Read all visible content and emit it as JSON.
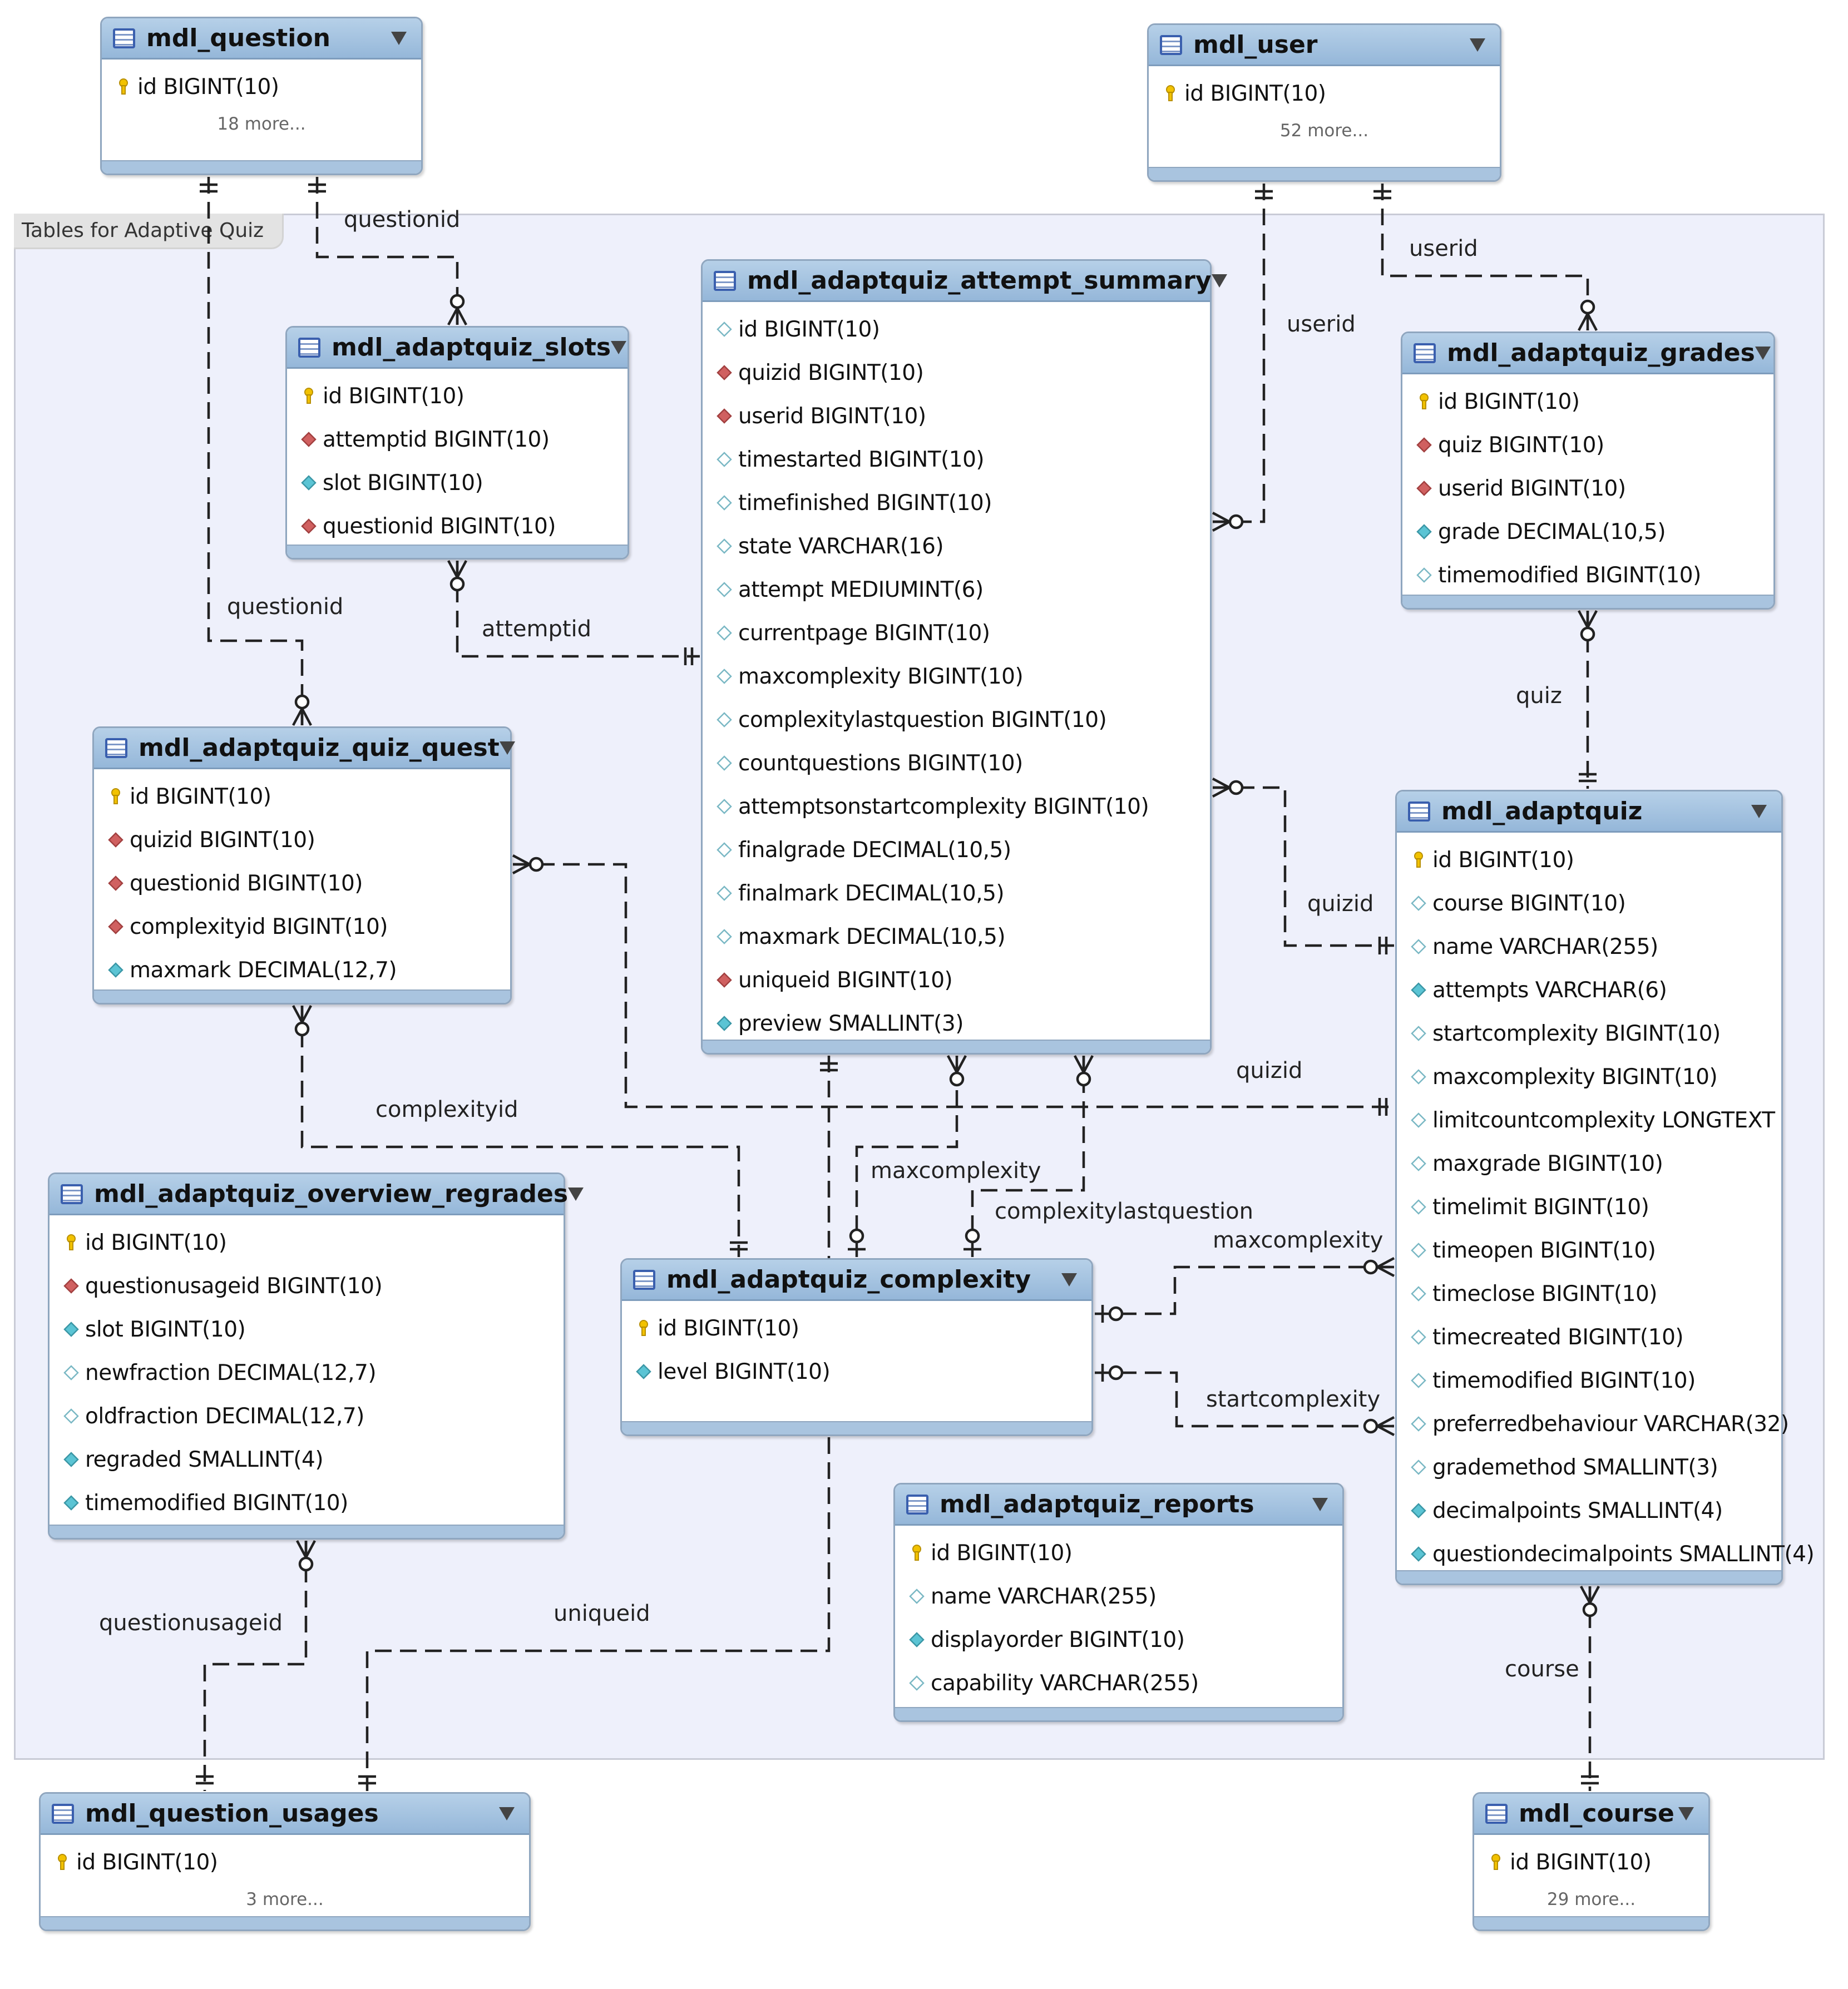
{
  "group": {
    "label": "Tables for Adaptive Quiz"
  },
  "colors": {
    "header": "#a9c6e4",
    "group_background": "#eef0fb",
    "key_yellow": "#f2c200",
    "fk_red": "#d06060",
    "nonnull_cyan": "#5bc4d4",
    "nullable_white": "#ffffff",
    "line": "#222222"
  },
  "tables": {
    "mdl_question": {
      "title": "mdl_question",
      "columns": [
        {
          "text": "id BIGINT(10)",
          "icon": "primary-key-icon"
        }
      ],
      "more": "18 more..."
    },
    "mdl_user": {
      "title": "mdl_user",
      "columns": [
        {
          "text": "id BIGINT(10)",
          "icon": "primary-key-icon"
        }
      ],
      "more": "52 more..."
    },
    "mdl_adaptquiz_slots": {
      "title": "mdl_adaptquiz_slots",
      "columns": [
        {
          "text": "id BIGINT(10)",
          "icon": "primary-key-icon"
        },
        {
          "text": "attemptid BIGINT(10)",
          "icon": "foreign-key-icon"
        },
        {
          "text": "slot BIGINT(10)",
          "icon": "not-null-column-icon"
        },
        {
          "text": "questionid BIGINT(10)",
          "icon": "foreign-key-icon"
        }
      ]
    },
    "mdl_adaptquiz_attempt_summary": {
      "title": "mdl_adaptquiz_attempt_summary",
      "columns": [
        {
          "text": "id BIGINT(10)",
          "icon": "nullable-column-icon"
        },
        {
          "text": "quizid BIGINT(10)",
          "icon": "foreign-key-icon"
        },
        {
          "text": "userid BIGINT(10)",
          "icon": "foreign-key-icon"
        },
        {
          "text": "timestarted BIGINT(10)",
          "icon": "nullable-column-icon"
        },
        {
          "text": "timefinished BIGINT(10)",
          "icon": "nullable-column-icon"
        },
        {
          "text": "state VARCHAR(16)",
          "icon": "nullable-column-icon"
        },
        {
          "text": "attempt MEDIUMINT(6)",
          "icon": "nullable-column-icon"
        },
        {
          "text": "currentpage BIGINT(10)",
          "icon": "nullable-column-icon"
        },
        {
          "text": "maxcomplexity BIGINT(10)",
          "icon": "nullable-column-icon"
        },
        {
          "text": "complexitylastquestion BIGINT(10)",
          "icon": "nullable-column-icon"
        },
        {
          "text": "countquestions BIGINT(10)",
          "icon": "nullable-column-icon"
        },
        {
          "text": "attemptsonstartcomplexity BIGINT(10)",
          "icon": "nullable-column-icon"
        },
        {
          "text": "finalgrade DECIMAL(10,5)",
          "icon": "nullable-column-icon"
        },
        {
          "text": "finalmark DECIMAL(10,5)",
          "icon": "nullable-column-icon"
        },
        {
          "text": "maxmark DECIMAL(10,5)",
          "icon": "nullable-column-icon"
        },
        {
          "text": "uniqueid BIGINT(10)",
          "icon": "foreign-key-icon"
        },
        {
          "text": "preview SMALLINT(3)",
          "icon": "not-null-column-icon"
        }
      ]
    },
    "mdl_adaptquiz_grades": {
      "title": "mdl_adaptquiz_grades",
      "columns": [
        {
          "text": "id BIGINT(10)",
          "icon": "primary-key-icon"
        },
        {
          "text": "quiz BIGINT(10)",
          "icon": "foreign-key-icon"
        },
        {
          "text": "userid BIGINT(10)",
          "icon": "foreign-key-icon"
        },
        {
          "text": "grade DECIMAL(10,5)",
          "icon": "not-null-column-icon"
        },
        {
          "text": "timemodified BIGINT(10)",
          "icon": "nullable-column-icon"
        }
      ]
    },
    "mdl_adaptquiz_quiz_quest": {
      "title": "mdl_adaptquiz_quiz_quest",
      "columns": [
        {
          "text": "id BIGINT(10)",
          "icon": "primary-key-icon"
        },
        {
          "text": "quizid BIGINT(10)",
          "icon": "foreign-key-icon"
        },
        {
          "text": "questionid BIGINT(10)",
          "icon": "foreign-key-icon"
        },
        {
          "text": "complexityid BIGINT(10)",
          "icon": "foreign-key-icon"
        },
        {
          "text": "maxmark DECIMAL(12,7)",
          "icon": "not-null-column-icon"
        }
      ]
    },
    "mdl_adaptquiz": {
      "title": "mdl_adaptquiz",
      "columns": [
        {
          "text": "id BIGINT(10)",
          "icon": "primary-key-icon"
        },
        {
          "text": "course BIGINT(10)",
          "icon": "nullable-column-icon"
        },
        {
          "text": "name VARCHAR(255)",
          "icon": "nullable-column-icon"
        },
        {
          "text": "attempts VARCHAR(6)",
          "icon": "not-null-column-icon"
        },
        {
          "text": "startcomplexity BIGINT(10)",
          "icon": "nullable-column-icon"
        },
        {
          "text": "maxcomplexity BIGINT(10)",
          "icon": "nullable-column-icon"
        },
        {
          "text": "limitcountcomplexity LONGTEXT",
          "icon": "nullable-column-icon"
        },
        {
          "text": "maxgrade BIGINT(10)",
          "icon": "nullable-column-icon"
        },
        {
          "text": "timelimit BIGINT(10)",
          "icon": "nullable-column-icon"
        },
        {
          "text": "timeopen BIGINT(10)",
          "icon": "nullable-column-icon"
        },
        {
          "text": "timeclose BIGINT(10)",
          "icon": "nullable-column-icon"
        },
        {
          "text": "timecreated BIGINT(10)",
          "icon": "nullable-column-icon"
        },
        {
          "text": "timemodified BIGINT(10)",
          "icon": "nullable-column-icon"
        },
        {
          "text": "preferredbehaviour VARCHAR(32)",
          "icon": "nullable-column-icon"
        },
        {
          "text": "grademethod SMALLINT(3)",
          "icon": "nullable-column-icon"
        },
        {
          "text": "decimalpoints SMALLINT(4)",
          "icon": "not-null-column-icon"
        },
        {
          "text": "questiondecimalpoints SMALLINT(4)",
          "icon": "not-null-column-icon"
        }
      ]
    },
    "mdl_adaptquiz_overview_regrades": {
      "title": "mdl_adaptquiz_overview_regrades",
      "columns": [
        {
          "text": "id BIGINT(10)",
          "icon": "primary-key-icon"
        },
        {
          "text": "questionusageid BIGINT(10)",
          "icon": "foreign-key-icon"
        },
        {
          "text": "slot BIGINT(10)",
          "icon": "not-null-column-icon"
        },
        {
          "text": "newfraction DECIMAL(12,7)",
          "icon": "nullable-column-icon"
        },
        {
          "text": "oldfraction DECIMAL(12,7)",
          "icon": "nullable-column-icon"
        },
        {
          "text": "regraded SMALLINT(4)",
          "icon": "not-null-column-icon"
        },
        {
          "text": "timemodified BIGINT(10)",
          "icon": "not-null-column-icon"
        }
      ]
    },
    "mdl_adaptquiz_complexity": {
      "title": "mdl_adaptquiz_complexity",
      "columns": [
        {
          "text": "id BIGINT(10)",
          "icon": "primary-key-icon"
        },
        {
          "text": "level BIGINT(10)",
          "icon": "not-null-column-icon"
        }
      ]
    },
    "mdl_adaptquiz_reports": {
      "title": "mdl_adaptquiz_reports",
      "columns": [
        {
          "text": "id BIGINT(10)",
          "icon": "primary-key-icon"
        },
        {
          "text": "name VARCHAR(255)",
          "icon": "nullable-column-icon"
        },
        {
          "text": "displayorder BIGINT(10)",
          "icon": "not-null-column-icon"
        },
        {
          "text": "capability VARCHAR(255)",
          "icon": "nullable-column-icon"
        }
      ]
    },
    "mdl_question_usages": {
      "title": "mdl_question_usages",
      "columns": [
        {
          "text": "id BIGINT(10)",
          "icon": "primary-key-icon"
        }
      ],
      "more": "3 more..."
    },
    "mdl_course": {
      "title": "mdl_course",
      "columns": [
        {
          "text": "id BIGINT(10)",
          "icon": "primary-key-icon"
        }
      ],
      "more": "29 more..."
    }
  },
  "relations": {
    "questionid_slots": "questionid",
    "questionid_quest": "questionid",
    "userid_summary": "userid",
    "userid_grades": "userid",
    "attemptid": "attemptid",
    "quiz_grades": "quiz",
    "quizid_summary": "quizid",
    "quizid_quest": "quizid",
    "complexityid": "complexityid",
    "maxcomplexity_summary": "maxcomplexity",
    "complexitylastquestion": "complexitylastquestion",
    "maxcomplexity_quiz": "maxcomplexity",
    "startcomplexity": "startcomplexity",
    "questionusageid": "questionusageid",
    "uniqueid": "uniqueid",
    "course": "course"
  }
}
